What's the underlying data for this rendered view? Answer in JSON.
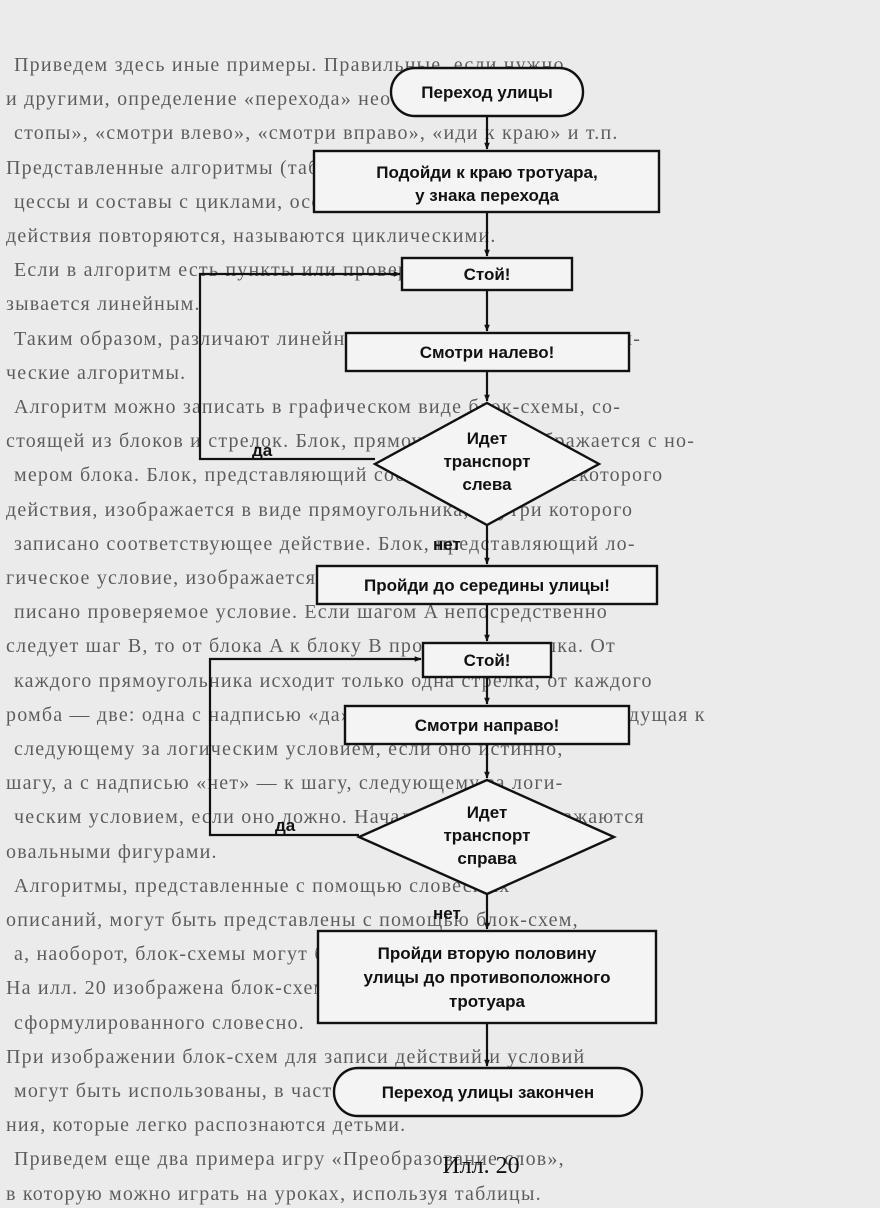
{
  "diagram": {
    "nodes": {
      "start": "Переход улицы",
      "step1": [
        "Подойди к краю тротуара,",
        "у знака перехода"
      ],
      "stop1": "Стой!",
      "look_left": "Смотри  налево!",
      "cond_left": [
        "Идет",
        "транспорт",
        "слева"
      ],
      "walk_middle": "Пройди до середины улицы!",
      "stop2": "Стой!",
      "look_right": "Смотри направо!",
      "cond_right": [
        "Идет",
        "транспорт",
        "справа"
      ],
      "walk_rest": [
        "Пройди вторую половину",
        "улицы до противоположного",
        "тротуара"
      ],
      "end": "Переход улицы  закончен"
    },
    "edge_labels": {
      "yes": "да",
      "no": "нет"
    },
    "caption": "Илл. 20"
  },
  "background_text": [
    "Приведем здесь иные примеры. Правильные, если нужно,",
    "и другими, определение «перехода» необходимо, «стой»,",
    "стопы», «смотри влево», «смотри вправо», «иди к краю» и т.п.",
    "Представленные алгоритмы (таблицы, пиктограммы). Такие про-",
    "цессы и составы с циклами, особенно с которых некоторые",
    "действия повторяются, называются циклическими.",
    "Если в алгоритм есть пункты или проверка, то он на-",
    "зывается линейным.",
    "Таким образом, различают линейные, разветвляющиеся и цикли-",
    "ческие алгоритмы.",
    "Алгоритм можно записать в графическом виде блок-схемы, со-",
    "стоящей из блоков и стрелок. Блок, прямоугольник, изображается с но-",
    "мером блока. Блок, представляющий собой выполнение некоторого",
    "действия, изображается в виде прямоугольника, внутри которого",
    "записано соответствующее действие. Блок, представляющий ло-",
    "гическое условие, изображается в виде ромба, внутри которого за-",
    "писано проверяемое условие. Если шагом A непосредственно",
    "следует шаг B, то от блока A к блоку B проводится стрелка. От",
    "каждого прямоугольника исходит только одна стрелка, от каждого",
    "ромба — две: одна с надписью «да», другая с надписью «нет», идущая к",
    "следующему за логическим условием, если оно истинно,",
    "шагу, а с надписью «нет» — к шагу, следующему за логи-",
    "ческим условием, если оно ложно. Начало и конец изображаются",
    "овальными фигурами.",
    "Алгоритмы, представленные с помощью словесных",
    "описаний, могут быть представлены с помощью блок-схем,",
    "а, наоборот, блок-схемы могут быть записаны словами.",
    "На илл. 20 изображена блок-схема алгоритма перехода улицы,",
    "сформулированного словесно.",
    "При изображении блок-схем для записи действий и условий",
    "могут быть использованы, в частности, условные обозначе-",
    "ния, которые легко распознаются детьми.",
    "Приведем еще два примера игру «Преобразование слов»,",
    "в которую можно играть на уроках, используя таблицы."
  ]
}
